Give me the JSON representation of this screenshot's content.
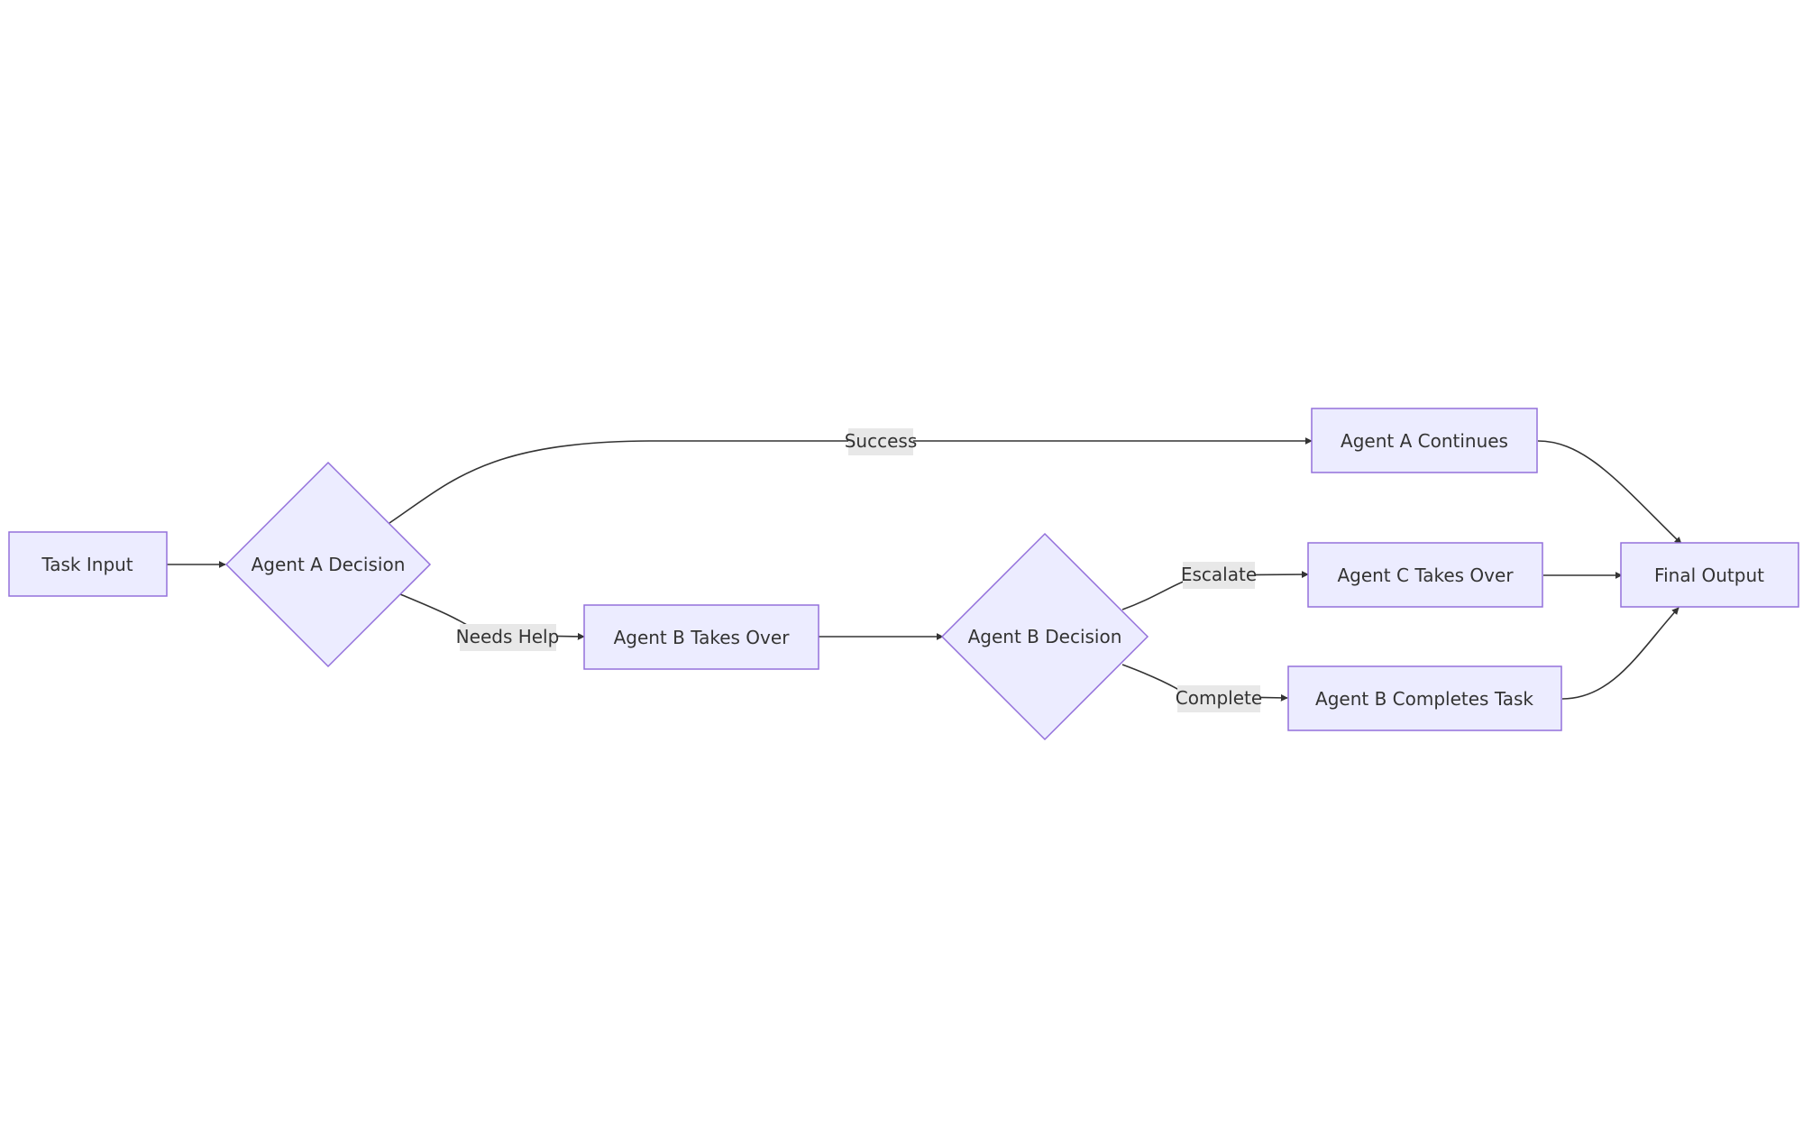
{
  "nodes": {
    "task_input": "Task Input",
    "agent_a_decision": "Agent A Decision",
    "agent_a_continues": "Agent A Continues",
    "agent_b_takes_over": "Agent B Takes Over",
    "agent_b_decision": "Agent B Decision",
    "agent_c_takes_over": "Agent C Takes Over",
    "agent_b_completes_task": "Agent B Completes Task",
    "final_output": "Final Output"
  },
  "edges": {
    "success": "Success",
    "needs_help": "Needs Help",
    "escalate": "Escalate",
    "complete": "Complete"
  },
  "colors": {
    "node_fill": "#ececff",
    "node_stroke": "#9370db",
    "edge": "#333333",
    "label_bg": "#e8e8e8"
  }
}
